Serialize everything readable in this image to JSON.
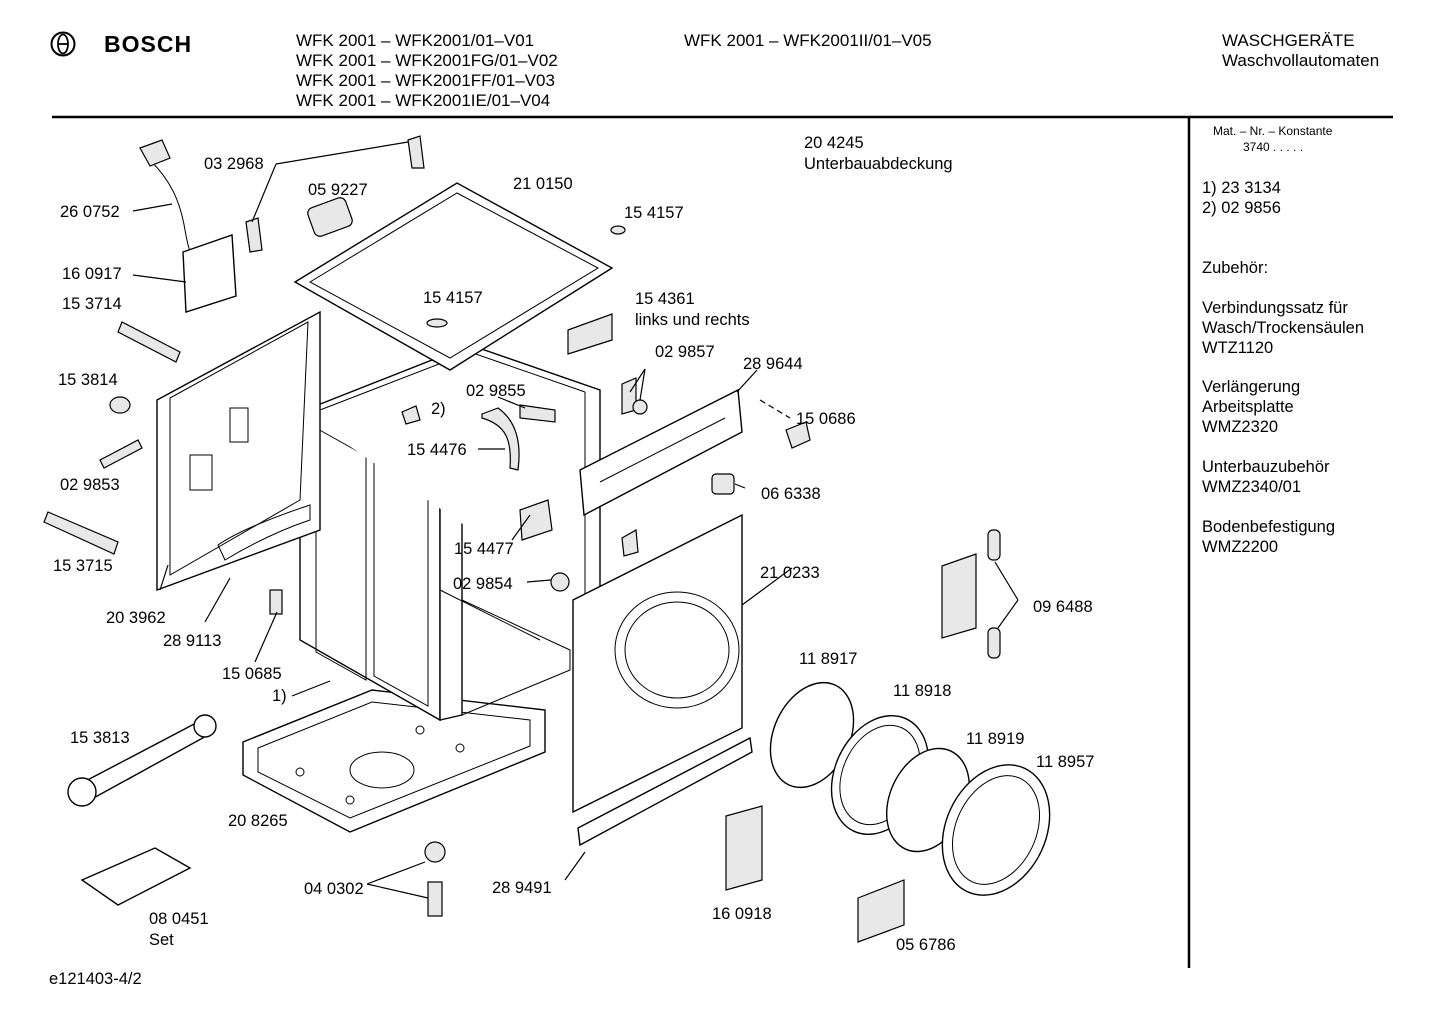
{
  "header": {
    "brand": "BOSCH",
    "models_left": [
      "WFK 2001 – WFK2001/01–V01",
      "WFK 2001 – WFK2001FG/01–V02",
      "WFK 2001 – WFK2001FF/01–V03",
      "WFK 2001 – WFK2001IE/01–V04"
    ],
    "model_mid": "WFK 2001 – WFK2001II/01–V05",
    "category_1": "WASCHGERÄTE",
    "category_2": "Waschvollautomaten"
  },
  "sidebar": {
    "mat_title": "Mat. – Nr. – Konstante",
    "mat_value": "3740  .  .  .  .  .",
    "note_1": "1)  23 3134",
    "note_2": "2)  02 9856",
    "accessories_title": "Zubehör:",
    "accessories": [
      [
        "Verbindungssatz für",
        "Wasch/Trockensäulen",
        "WTZ1120"
      ],
      [
        "Verlängerung",
        "Arbeitsplatte",
        "WMZ2320"
      ],
      [
        "Unterbauzubehör",
        "WMZ2340/01"
      ],
      [
        "Bodenbefestigung",
        "WMZ2200"
      ]
    ]
  },
  "parts": {
    "p204245": "20 4245",
    "p204245_desc": "Unterbauabdeckung",
    "p032968": "03 2968",
    "p059227": "05 9227",
    "p210150": "21 0150",
    "p154157a": "15 4157",
    "p154157b": "15 4157",
    "p260752": "26 0752",
    "p160917": "16 0917",
    "p153714": "15 3714",
    "p154361": "15 4361",
    "p154361_desc": "links und rechts",
    "p029857": "02 9857",
    "p289644": "28 9644",
    "p153814": "15 3814",
    "p029855": "02 9855",
    "note2": "2)",
    "p150686": "15 0686",
    "p154476": "15 4476",
    "p029853": "02 9853",
    "p066338": "06 6338",
    "p154477": "15 4477",
    "p153715": "15 3715",
    "p210233": "21 0233",
    "p029854": "02 9854",
    "p096488": "09 6488",
    "p203962": "20 3962",
    "p289113": "28 9113",
    "p150685": "15 0685",
    "p118917": "11 8917",
    "note1": "1)",
    "p118918": "11 8918",
    "p153813": "15 3813",
    "p118919": "11 8919",
    "p118957": "11 8957",
    "p208265": "20 8265",
    "p040302": "04 0302",
    "p289491": "28 9491",
    "p160918": "16 0918",
    "p080451": "08 0451",
    "p080451_desc": "Set",
    "p056786": "05 6786"
  },
  "footer": {
    "drawing_id": "e121403-4/2"
  }
}
